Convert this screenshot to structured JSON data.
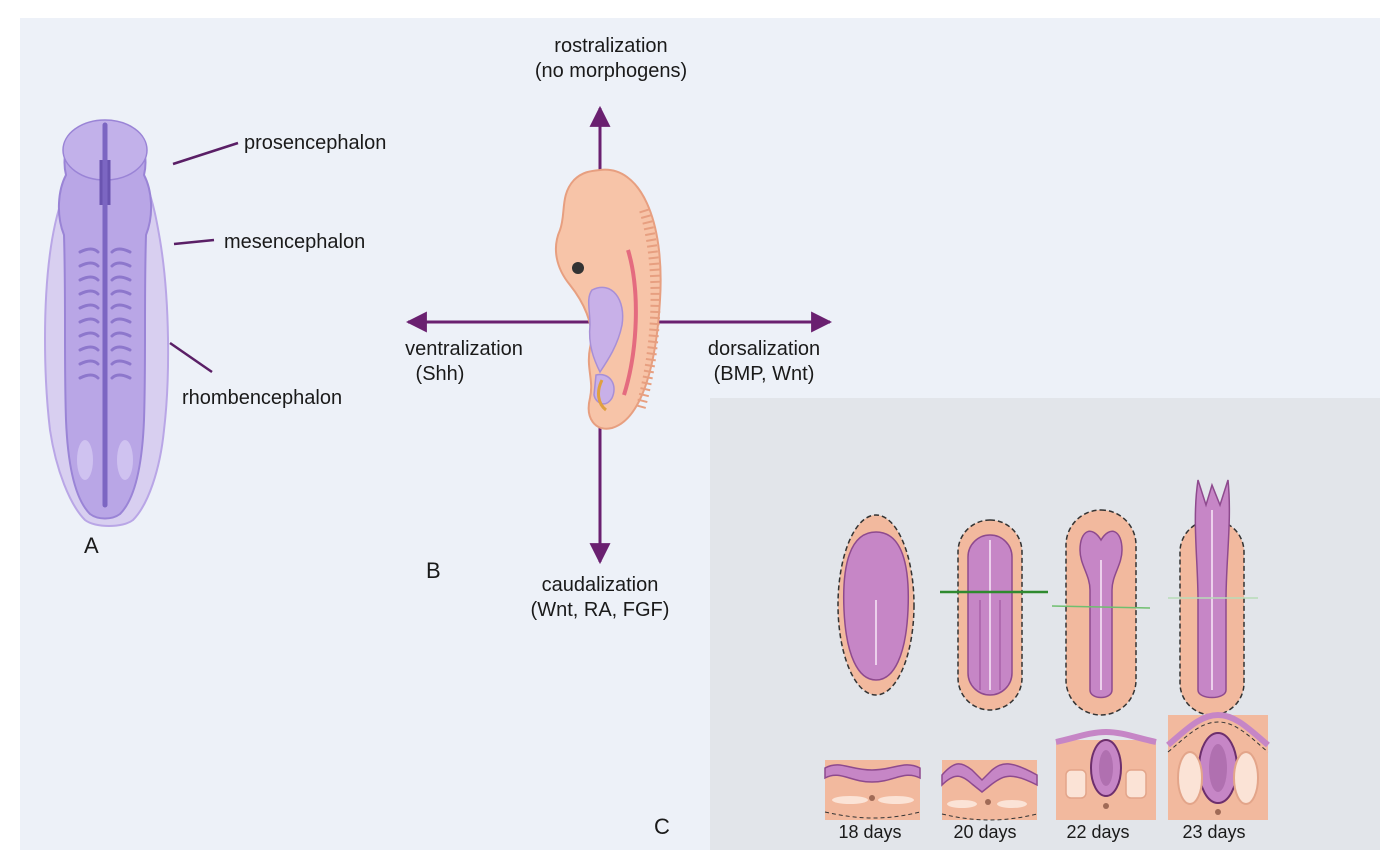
{
  "panels": {
    "a": {
      "letter": "A",
      "labels": [
        "prosencephalon",
        "mesencephalon",
        "rhombencephalon"
      ]
    },
    "b": {
      "letter": "B",
      "rostral": {
        "title": "rostralization",
        "factors": "(no morphogens)"
      },
      "ventral": {
        "title": "ventralization",
        "factors": "(Shh)"
      },
      "dorsal": {
        "title": "dorsalization",
        "factors": "(BMP, Wnt)"
      },
      "caudal": {
        "title": "caudalization",
        "factors": "(Wnt, RA, FGF)"
      }
    },
    "c": {
      "letter": "C",
      "stages": [
        "18 days",
        "20 days",
        "22 days",
        "23 days"
      ]
    }
  },
  "colors": {
    "background": "#edf1f8",
    "neural_tube": "#b9a6e6",
    "axis_arrow": "#6a2070",
    "embryo": "#f7c4a8",
    "inset_background": "#e2e5ea",
    "tissue_pink": "#f2b99e",
    "neural_plate": "#c686c6",
    "section_line": "#2f8a2f"
  }
}
